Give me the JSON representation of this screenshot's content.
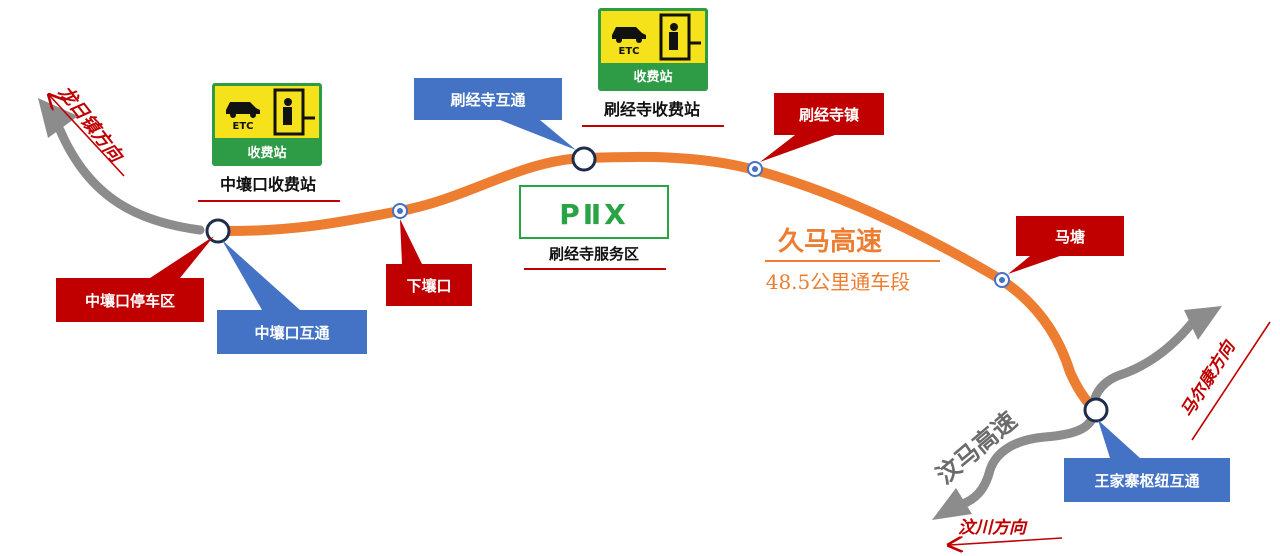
{
  "colors": {
    "route": "#ed7d31",
    "other_roads": "#8c8c8c",
    "callout_red": "#c00000",
    "callout_blue": "#4472c4",
    "sign_yellow": "#f5e21a",
    "sign_green": "#2e9b46",
    "service_green": "#28a445",
    "underline_red": "#c00000"
  },
  "route": {
    "name": "久马高速",
    "length_label": "48.5公里通车段"
  },
  "other_road": {
    "name": "汶马高速"
  },
  "directions": {
    "longri": "龙日镇方向",
    "maerkang": "马尔康方向",
    "wenchuan": "汶川方向"
  },
  "toll_stations": [
    {
      "sign_etc": "ETC",
      "sign_text": "收费站",
      "name": "中壤口收费站"
    },
    {
      "sign_etc": "ETC",
      "sign_text": "收费站",
      "name": "刷经寺收费站"
    }
  ],
  "service_area": {
    "sign_text": "PⅡX",
    "name": "刷经寺服务区"
  },
  "callouts": {
    "zhongrangkou_parking": "中壤口停车区",
    "zhongrangkou_interchange": "中壤口互通",
    "xiarangkou": "下壤口",
    "shuajingsi_interchange": "刷经寺互通",
    "shuajingsi_town": "刷经寺镇",
    "matang": "马塘",
    "wangjiazhai_hub": "王家寨枢纽互通"
  },
  "icons": [
    "car-icon",
    "toll-booth-icon",
    "fuel-pump-icon",
    "wrench-icon"
  ]
}
